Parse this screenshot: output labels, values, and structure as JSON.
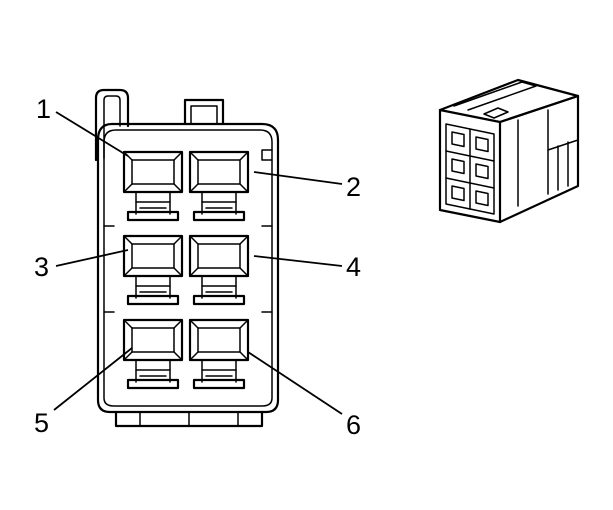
{
  "pins": [
    {
      "label": "1"
    },
    {
      "label": "2"
    },
    {
      "label": "3"
    },
    {
      "label": "4"
    },
    {
      "label": "5"
    },
    {
      "label": "6"
    }
  ],
  "colors": {
    "line": "#000000",
    "background": "#ffffff"
  }
}
